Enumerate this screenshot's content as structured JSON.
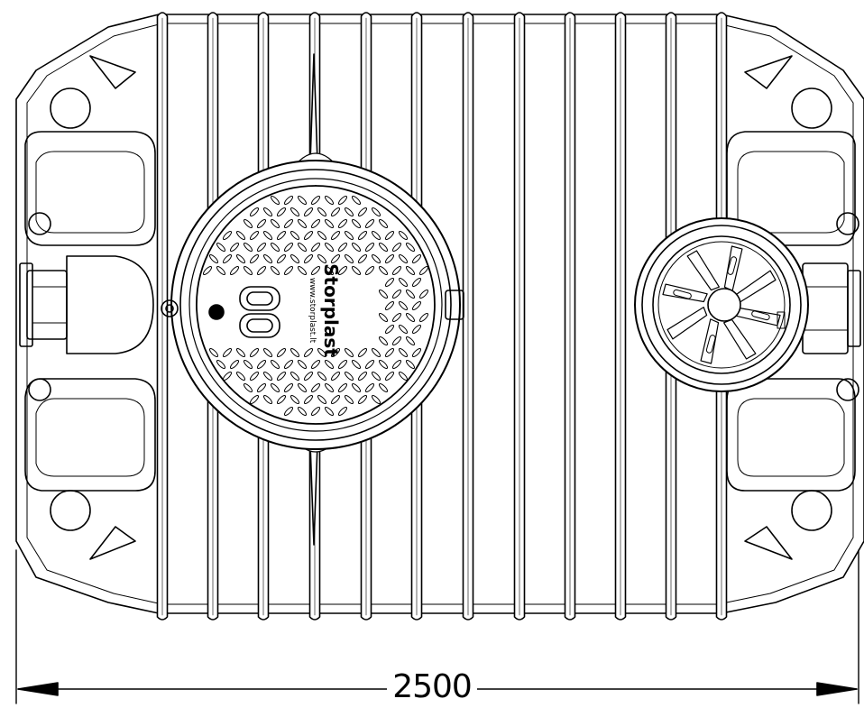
{
  "dimension": {
    "value": "2500"
  },
  "manhole_cover": {
    "brand_text": "Storplast",
    "url_text": "www.storplast.lt"
  },
  "colors": {
    "line": "#000000",
    "background": "#ffffff"
  }
}
